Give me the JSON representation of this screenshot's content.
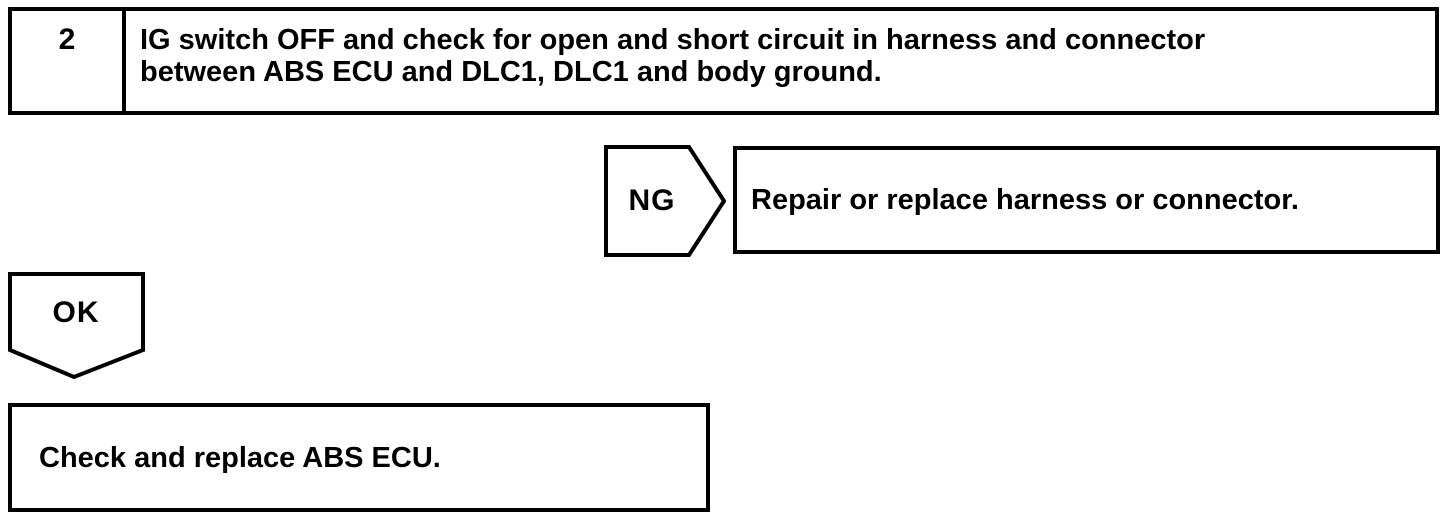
{
  "flowchart": {
    "step": {
      "number": "2",
      "instruction_line1": "IG switch OFF and check for open and short circuit in harness and connector",
      "instruction_line2": "between ABS ECU and DLC1, DLC1 and body ground."
    },
    "ng_branch": {
      "label": "NG",
      "action": "Repair or replace harness or connector."
    },
    "ok_branch": {
      "label": "OK",
      "action": "Check and replace ABS ECU."
    },
    "colors": {
      "ink": "#000000",
      "background": "#ffffff"
    }
  }
}
